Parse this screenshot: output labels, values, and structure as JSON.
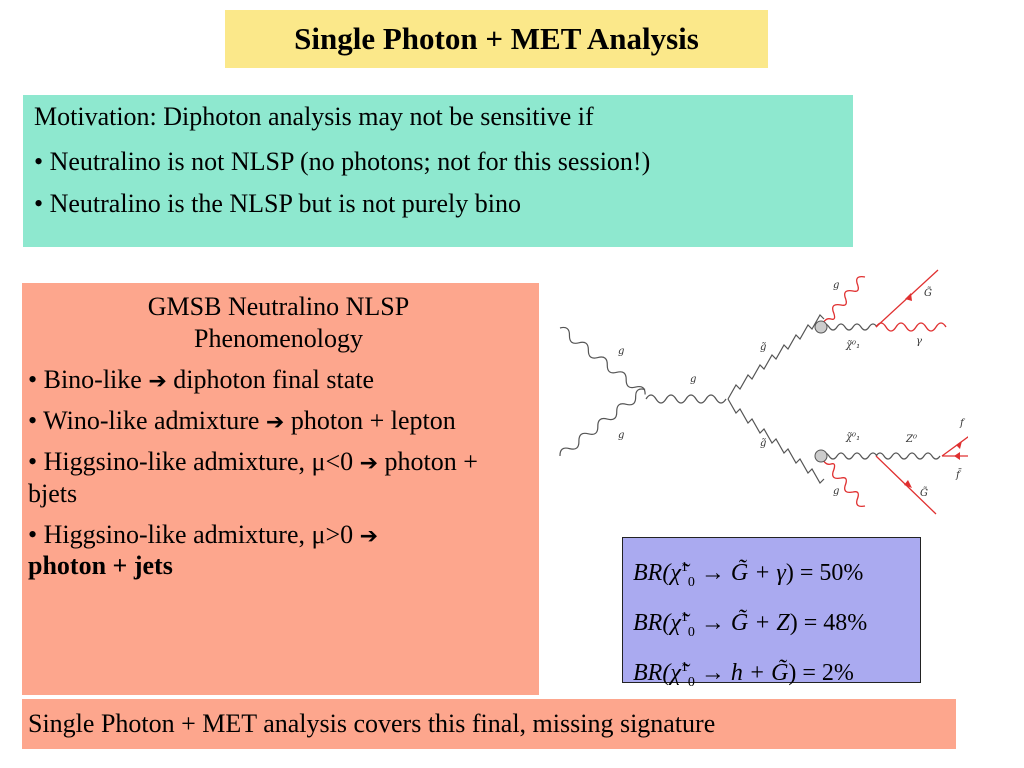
{
  "title": "Single Photon + MET Analysis",
  "motivation": {
    "intro": "Motivation: Diphoton analysis may not be sensitive if",
    "bullets": [
      "• Neutralino is not NLSP (no photons; not for this session!)",
      "• Neutralino is the NLSP but is not purely bino"
    ]
  },
  "phenomenology": {
    "title_line1": "GMSB Neutralino NLSP",
    "title_line2": "Phenomenology",
    "items": [
      {
        "pre": "• Bino-like ",
        "arrow": "➔",
        "post": " diphoton final state"
      },
      {
        "pre": "• Wino-like admixture ",
        "arrow": "➔",
        "post": " photon + lepton"
      },
      {
        "pre": "• Higgsino-like admixture, μ<0 ",
        "arrow": "➔",
        "post": " photon + bjets"
      },
      {
        "pre": "• Higgsino-like admixture, μ>0 ",
        "arrow": "➔",
        "post": "photon + jets"
      }
    ]
  },
  "diagram": {
    "labels": {
      "g_in_top": "g",
      "g_in_bottom": "g",
      "g_mid": "g",
      "gluino_top": "g̃",
      "gluino_bottom": "g̃",
      "g_out_top": "g",
      "g_out_bottom": "g",
      "chi_top": "χ̃⁰₁",
      "chi_bottom": "χ̃⁰₁",
      "gravitino_top": "G̃",
      "gravitino_bottom": "G̃",
      "gamma": "γ",
      "z": "Z⁰",
      "f": "f",
      "fbar": "f̄"
    }
  },
  "branching_ratios": [
    {
      "prefix": "BR(",
      "chi": "χ̃",
      "sub": "0",
      "sup": "1",
      "arrow": " → ",
      "products": "G̃ + γ",
      "value": ") = 50%"
    },
    {
      "prefix": "BR(",
      "chi": "χ̃",
      "sub": "0",
      "sup": "1",
      "arrow": " → ",
      "products": "G̃ + Z",
      "value": ") = 48%"
    },
    {
      "prefix": "BR(",
      "chi": "χ̃",
      "sub": "0",
      "sup": "1",
      "arrow": " → ",
      "products": "h + G̃",
      "value": ") = 2%"
    }
  ],
  "summary": "Single Photon + MET analysis covers this final, missing signature",
  "colors": {
    "title_bg": "#fbe88a",
    "motivation_bg": "#8ee8cf",
    "pheno_bg": "#fda68d",
    "br_bg": "#aaaaf0",
    "red_lines": "#e03030"
  }
}
